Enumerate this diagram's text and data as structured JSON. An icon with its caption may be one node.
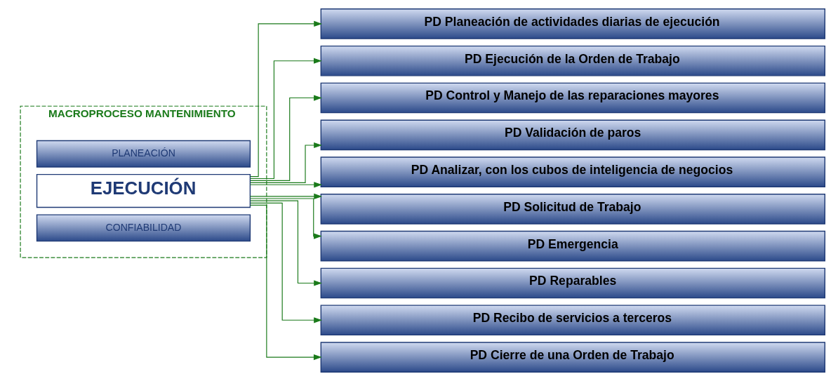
{
  "diagram": {
    "nodes": [
      {
        "text": [
          "MACROPROCESO MANTENIMIENTO"
        ]
      },
      {
        "text": [
          "PLANEACIÓN"
        ],
        "in": 0
      },
      {
        "text": [
          "EJECUCIÓN"
        ],
        "in": 0
      },
      {
        "text": [
          "CONFIABILIDAD"
        ],
        "in": 0
      },
      {
        "text": [
          "PD Planeación de actividades diarias de ejecución"
        ]
      },
      {
        "text": [
          "PD Ejecución de la Orden de Trabajo"
        ]
      },
      {
        "text": [
          "PD Control y Manejo de las reparaciones mayores"
        ]
      },
      {
        "text": [
          "PD Validación de paros"
        ]
      },
      {
        "text": [
          "PD Analizar, con los cubos de inteligencia de negocios"
        ]
      },
      {
        "text": [
          "PD Solicitud de Trabajo"
        ]
      },
      {
        "text": [
          "PD Emergencia"
        ]
      },
      {
        "text": [
          "PD Reparables"
        ]
      },
      {
        "text": [
          "PD Recibo de servicios a terceros"
        ]
      },
      {
        "text": [
          "PD Cierre de una Orden de Trabajo"
        ]
      }
    ],
    "edges": [
      {
        "from": 2,
        "to": 4,
        "arrow": "to"
      },
      {
        "from": 2,
        "to": 5,
        "arrow": "to"
      },
      {
        "from": 2,
        "to": 6,
        "arrow": "to"
      },
      {
        "from": 2,
        "to": 7,
        "arrow": "to"
      },
      {
        "from": 2,
        "to": 8,
        "arrow": "to"
      },
      {
        "from": 2,
        "to": 9,
        "arrow": "to"
      },
      {
        "from": 2,
        "to": 10,
        "arrow": "to"
      },
      {
        "from": 2,
        "to": 11,
        "arrow": "to"
      },
      {
        "from": 2,
        "to": 12,
        "arrow": "to"
      },
      {
        "from": 2,
        "to": 13,
        "arrow": "to"
      }
    ]
  }
}
